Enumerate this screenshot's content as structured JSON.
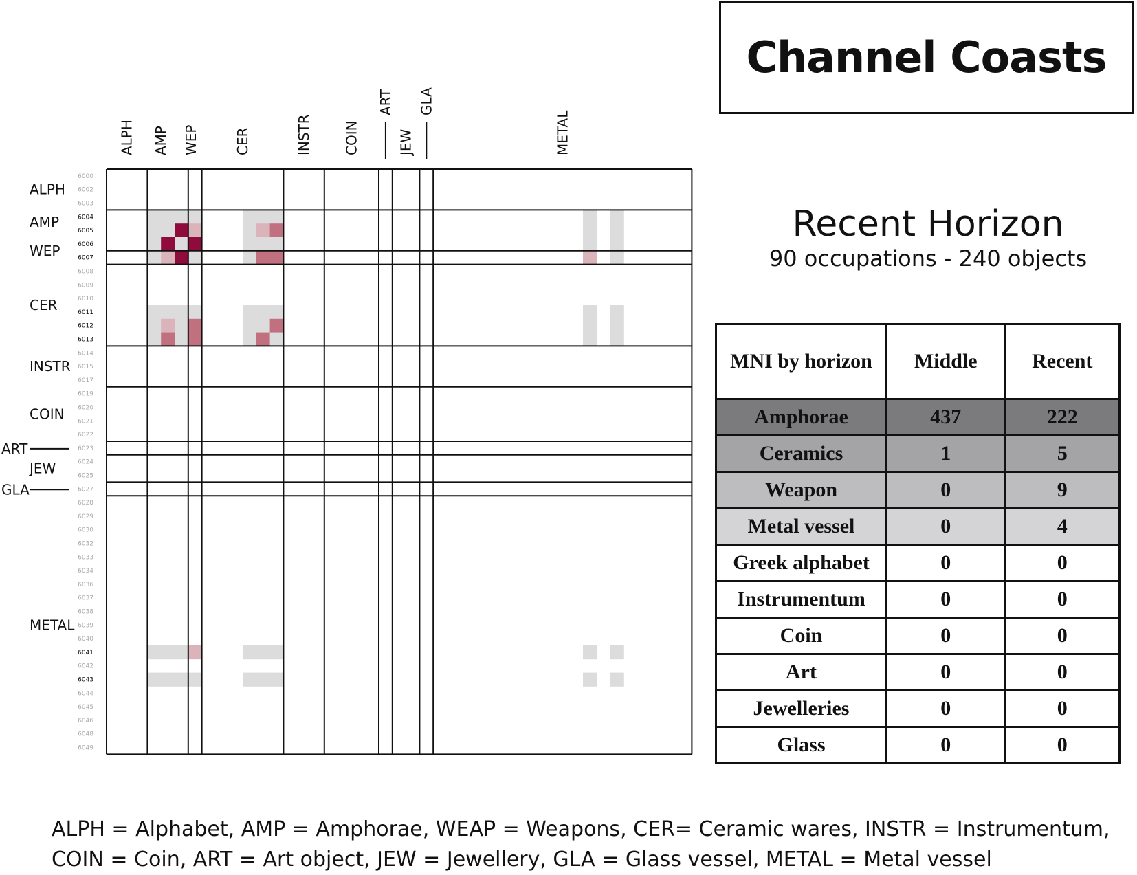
{
  "title": "Channel Coasts",
  "horizon": {
    "title": "Recent Horizon",
    "subtitle": "90 occupations - 240 objects"
  },
  "mni_table": {
    "header": [
      "MNI by horizon",
      "Middle",
      "Recent"
    ],
    "rows": [
      {
        "category": "Amphorae",
        "middle": "437",
        "recent": "222",
        "shade": "#7b7b7d"
      },
      {
        "category": "Ceramics",
        "middle": "1",
        "recent": "5",
        "shade": "#a4a4a6"
      },
      {
        "category": "Weapon",
        "middle": "0",
        "recent": "9",
        "shade": "#bdbdbf"
      },
      {
        "category": "Metal vessel",
        "middle": "0",
        "recent": "4",
        "shade": "#d4d4d6"
      },
      {
        "category": "Greek alphabet",
        "middle": "0",
        "recent": "0",
        "shade": "#ffffff"
      },
      {
        "category": "Instrumentum",
        "middle": "0",
        "recent": "0",
        "shade": "#ffffff"
      },
      {
        "category": "Coin",
        "middle": "0",
        "recent": "0",
        "shade": "#ffffff"
      },
      {
        "category": "Art",
        "middle": "0",
        "recent": "0",
        "shade": "#ffffff"
      },
      {
        "category": "Jewelleries",
        "middle": "0",
        "recent": "0",
        "shade": "#ffffff"
      },
      {
        "category": "Glass",
        "middle": "0",
        "recent": "0",
        "shade": "#ffffff"
      }
    ]
  },
  "legend_text": {
    "line1": "ALPH = Alphabet, AMP = Amphorae, WEAP = Weapons, CER= Ceramic wares, INSTR = Instrumentum,",
    "line2": "COIN = Coin, ART = Art object, JEW = Jewellery, GLA = Glass vessel, METAL = Metal vessel"
  },
  "chart_data": {
    "type": "heatmap",
    "colors": {
      "light": "#dcdcdc",
      "pink": "#dbb3bb",
      "medium": "#c1707f",
      "dark": "#8e0b3b"
    },
    "codes": [
      "6000",
      "6002",
      "6003",
      "6004",
      "6005",
      "6006",
      "6007",
      "6008",
      "6009",
      "6010",
      "6011",
      "6012",
      "6013",
      "6014",
      "6015",
      "6017",
      "6019",
      "6020",
      "6021",
      "6022",
      "6023",
      "6024",
      "6025",
      "6027",
      "6028",
      "6029",
      "6030",
      "6032",
      "6033",
      "6034",
      "6036",
      "6037",
      "6038",
      "6039",
      "6040",
      "6041",
      "6042",
      "6043",
      "6044",
      "6045",
      "6046",
      "6048",
      "6049"
    ],
    "active_codes": [
      "6004",
      "6005",
      "6006",
      "6007",
      "6011",
      "6012",
      "6013",
      "6041",
      "6043"
    ],
    "groups": [
      {
        "name": "ALPH",
        "start": 0,
        "count": 3
      },
      {
        "name": "AMP",
        "start": 3,
        "count": 3
      },
      {
        "name": "WEP",
        "start": 6,
        "count": 1
      },
      {
        "name": "CER",
        "start": 7,
        "count": 6
      },
      {
        "name": "INSTR",
        "start": 13,
        "count": 3
      },
      {
        "name": "COIN",
        "start": 16,
        "count": 4
      },
      {
        "name": "ART",
        "start": 20,
        "count": 1
      },
      {
        "name": "JEW",
        "start": 21,
        "count": 2
      },
      {
        "name": "GLA",
        "start": 23,
        "count": 1
      },
      {
        "name": "METAL",
        "start": 24,
        "count": 19
      }
    ],
    "cells": [
      {
        "r": 3,
        "c": 3,
        "v": "light"
      },
      {
        "r": 3,
        "c": 4,
        "v": "light"
      },
      {
        "r": 3,
        "c": 5,
        "v": "light"
      },
      {
        "r": 3,
        "c": 6,
        "v": "light"
      },
      {
        "r": 4,
        "c": 3,
        "v": "light"
      },
      {
        "r": 4,
        "c": 4,
        "v": "light"
      },
      {
        "r": 4,
        "c": 5,
        "v": "dark"
      },
      {
        "r": 4,
        "c": 6,
        "v": "pink"
      },
      {
        "r": 5,
        "c": 3,
        "v": "light"
      },
      {
        "r": 5,
        "c": 4,
        "v": "dark"
      },
      {
        "r": 5,
        "c": 5,
        "v": "light"
      },
      {
        "r": 5,
        "c": 6,
        "v": "dark"
      },
      {
        "r": 6,
        "c": 3,
        "v": "light"
      },
      {
        "r": 6,
        "c": 4,
        "v": "pink"
      },
      {
        "r": 6,
        "c": 5,
        "v": "dark"
      },
      {
        "r": 6,
        "c": 6,
        "v": "light"
      },
      {
        "r": 3,
        "c": 10,
        "v": "light"
      },
      {
        "r": 3,
        "c": 11,
        "v": "light"
      },
      {
        "r": 3,
        "c": 12,
        "v": "light"
      },
      {
        "r": 4,
        "c": 10,
        "v": "light"
      },
      {
        "r": 4,
        "c": 11,
        "v": "pink"
      },
      {
        "r": 4,
        "c": 12,
        "v": "medium"
      },
      {
        "r": 5,
        "c": 10,
        "v": "light"
      },
      {
        "r": 5,
        "c": 11,
        "v": "light"
      },
      {
        "r": 5,
        "c": 12,
        "v": "light"
      },
      {
        "r": 6,
        "c": 10,
        "v": "light"
      },
      {
        "r": 6,
        "c": 11,
        "v": "medium"
      },
      {
        "r": 6,
        "c": 12,
        "v": "medium"
      },
      {
        "r": 3,
        "c": 35,
        "v": "light"
      },
      {
        "r": 4,
        "c": 35,
        "v": "light"
      },
      {
        "r": 5,
        "c": 35,
        "v": "light"
      },
      {
        "r": 6,
        "c": 35,
        "v": "pink"
      },
      {
        "r": 3,
        "c": 37,
        "v": "light"
      },
      {
        "r": 4,
        "c": 37,
        "v": "light"
      },
      {
        "r": 5,
        "c": 37,
        "v": "light"
      },
      {
        "r": 6,
        "c": 37,
        "v": "light"
      },
      {
        "r": 10,
        "c": 3,
        "v": "light"
      },
      {
        "r": 10,
        "c": 4,
        "v": "light"
      },
      {
        "r": 10,
        "c": 5,
        "v": "light"
      },
      {
        "r": 10,
        "c": 6,
        "v": "light"
      },
      {
        "r": 11,
        "c": 3,
        "v": "light"
      },
      {
        "r": 11,
        "c": 4,
        "v": "pink"
      },
      {
        "r": 11,
        "c": 5,
        "v": "light"
      },
      {
        "r": 11,
        "c": 6,
        "v": "medium"
      },
      {
        "r": 12,
        "c": 3,
        "v": "light"
      },
      {
        "r": 12,
        "c": 4,
        "v": "medium"
      },
      {
        "r": 12,
        "c": 5,
        "v": "light"
      },
      {
        "r": 12,
        "c": 6,
        "v": "medium"
      },
      {
        "r": 10,
        "c": 10,
        "v": "light"
      },
      {
        "r": 10,
        "c": 11,
        "v": "light"
      },
      {
        "r": 10,
        "c": 12,
        "v": "light"
      },
      {
        "r": 11,
        "c": 10,
        "v": "light"
      },
      {
        "r": 11,
        "c": 11,
        "v": "light"
      },
      {
        "r": 11,
        "c": 12,
        "v": "medium"
      },
      {
        "r": 12,
        "c": 10,
        "v": "light"
      },
      {
        "r": 12,
        "c": 11,
        "v": "medium"
      },
      {
        "r": 12,
        "c": 12,
        "v": "light"
      },
      {
        "r": 10,
        "c": 35,
        "v": "light"
      },
      {
        "r": 11,
        "c": 35,
        "v": "light"
      },
      {
        "r": 12,
        "c": 35,
        "v": "light"
      },
      {
        "r": 10,
        "c": 37,
        "v": "light"
      },
      {
        "r": 11,
        "c": 37,
        "v": "light"
      },
      {
        "r": 12,
        "c": 37,
        "v": "light"
      },
      {
        "r": 35,
        "c": 3,
        "v": "light"
      },
      {
        "r": 35,
        "c": 4,
        "v": "light"
      },
      {
        "r": 35,
        "c": 5,
        "v": "light"
      },
      {
        "r": 35,
        "c": 6,
        "v": "pink"
      },
      {
        "r": 35,
        "c": 10,
        "v": "light"
      },
      {
        "r": 35,
        "c": 11,
        "v": "light"
      },
      {
        "r": 35,
        "c": 12,
        "v": "light"
      },
      {
        "r": 35,
        "c": 35,
        "v": "light"
      },
      {
        "r": 35,
        "c": 37,
        "v": "light"
      },
      {
        "r": 37,
        "c": 3,
        "v": "light"
      },
      {
        "r": 37,
        "c": 4,
        "v": "light"
      },
      {
        "r": 37,
        "c": 5,
        "v": "light"
      },
      {
        "r": 37,
        "c": 6,
        "v": "light"
      },
      {
        "r": 37,
        "c": 10,
        "v": "light"
      },
      {
        "r": 37,
        "c": 11,
        "v": "light"
      },
      {
        "r": 37,
        "c": 12,
        "v": "light"
      },
      {
        "r": 37,
        "c": 35,
        "v": "light"
      },
      {
        "r": 37,
        "c": 37,
        "v": "light"
      }
    ]
  }
}
